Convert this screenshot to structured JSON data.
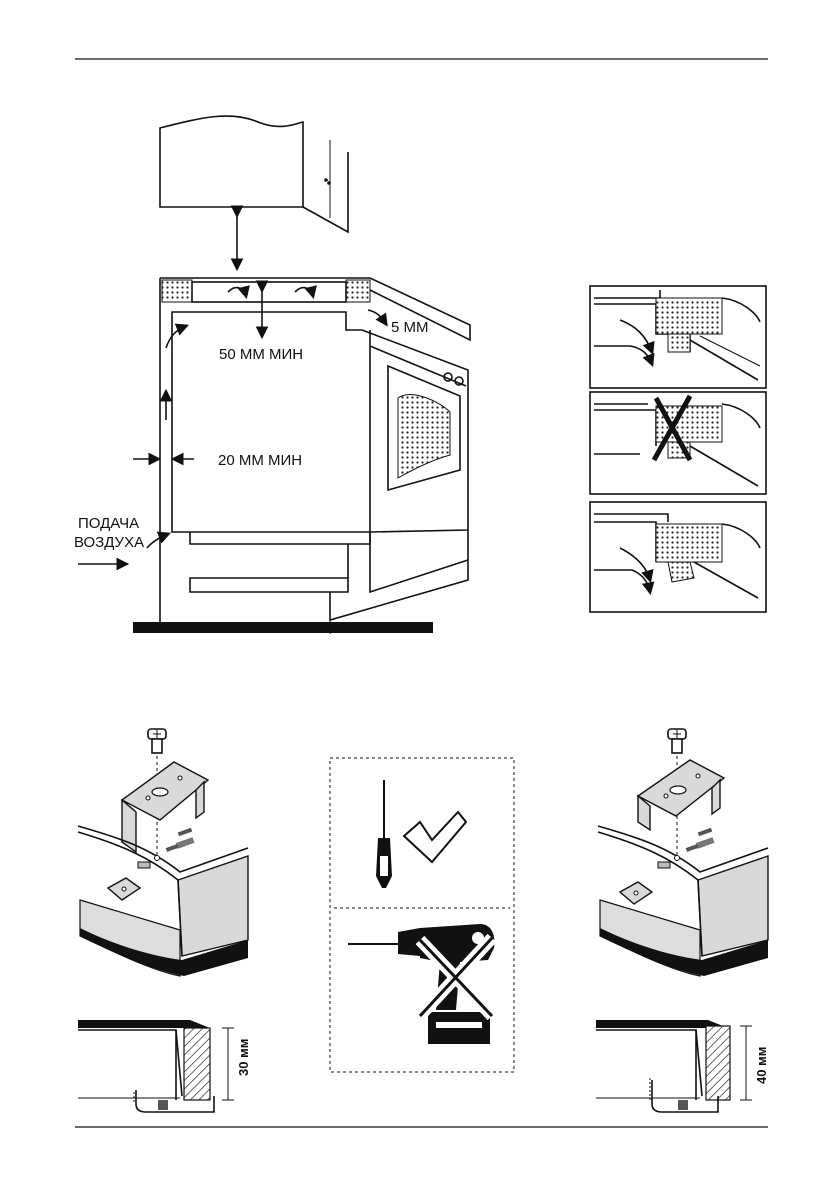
{
  "labels": {
    "gap_5": "5 ММ",
    "gap_50": "50 ММ МИН",
    "gap_20": "20 ММ МИН",
    "air_line1": "ПОДАЧА",
    "air_line2": "ВОЗДУХА",
    "dim_30": "30 мм",
    "dim_40": "40 мм"
  }
}
